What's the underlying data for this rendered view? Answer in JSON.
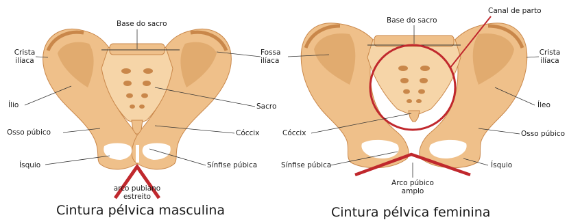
{
  "colors": {
    "bone": "#EFC08A",
    "bone_light": "#F6D5A8",
    "bone_shadow": "#D6995A",
    "bone_dark": "#C9874A",
    "arch_line": "#C0282D",
    "canal_ring": "#C0282D",
    "leader": "#333333"
  },
  "male": {
    "caption": "Cintura pélvica masculina",
    "labels": {
      "base_sacro": "Base do sacro",
      "crista_line1": "Crista",
      "crista_line2": "ilíaca",
      "fossa_line1": "Fossa",
      "fossa_line2": "ilíaca",
      "ilio": "Ílio",
      "sacro": "Sacro",
      "osso_pubico": "Osso púbico",
      "coccix": "Cóccix",
      "isquio": "Ísquio",
      "sinfise": "Sínfise púbica",
      "arco_line1": "arco pubiano",
      "arco_line2": "estreito"
    }
  },
  "female": {
    "caption": "Cintura pélvica feminina",
    "labels": {
      "base_sacro": "Base do sacro",
      "canal_parto": "Canal de parto",
      "crista_line1": "Crista",
      "crista_line2": "ilíaca",
      "ileo": "Íleo",
      "coccix": "Cóccix",
      "osso_pubico": "Osso púbico",
      "sinfise": "Sínfise púbica",
      "isquio": "Ísquio",
      "arco_line1": "Arco púbico",
      "arco_line2": "amplo"
    }
  }
}
